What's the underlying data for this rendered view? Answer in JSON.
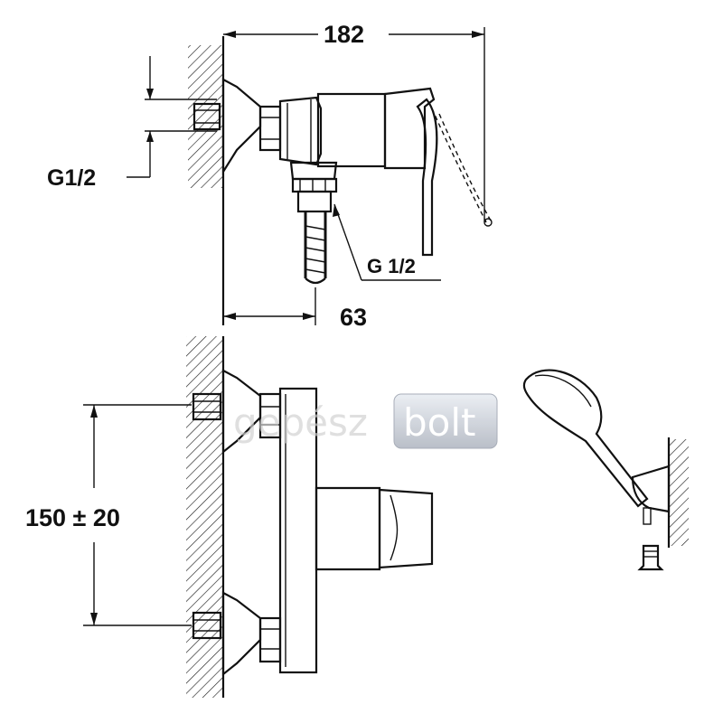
{
  "dimensions": {
    "overall_width": "182",
    "wall_offset": "63",
    "inlet_thread": "G1/2",
    "outlet_thread": "G 1/2",
    "inlet_spacing": "150 ± 20"
  },
  "watermark": {
    "word_left": "gepész",
    "word_right": "bolt"
  }
}
